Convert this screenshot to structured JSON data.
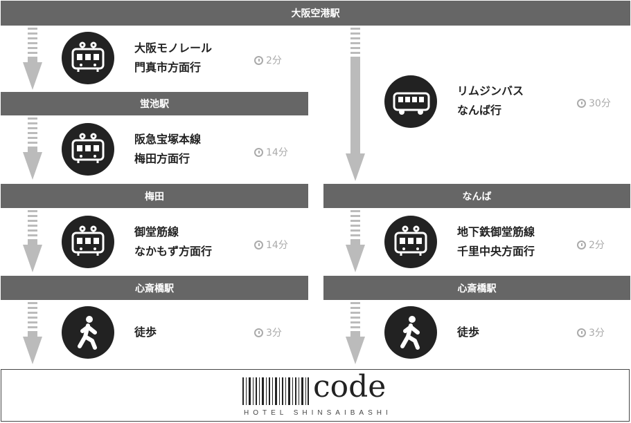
{
  "stations": {
    "top": "大阪空港駅",
    "hotaru": "蛍池駅",
    "umeda": "梅田",
    "namba": "なんば",
    "shinsai_left": "心斎橋駅",
    "shinsai_right": "心斎橋駅"
  },
  "legs": [
    {
      "icon": "train-icon",
      "line1": "大阪モノレール",
      "line2": "門真市方面行",
      "time": "2分"
    },
    {
      "icon": "bus-icon",
      "line1": "リムジンバス",
      "line2": "なんば行",
      "time": "30分"
    },
    {
      "icon": "train-icon",
      "line1": "阪急宝塚本線",
      "line2": "梅田方面行",
      "time": "14分"
    },
    {
      "icon": "train-icon",
      "line1": "御堂筋線",
      "line2": "なかもず方面行",
      "time": "14分"
    },
    {
      "icon": "train-icon",
      "line1": "地下鉄御堂筋線",
      "line2": "千里中央方面行",
      "time": "2分"
    },
    {
      "icon": "walk-icon",
      "line1": "徒歩",
      "line2": "",
      "time": "3分"
    },
    {
      "icon": "walk-icon",
      "line1": "徒歩",
      "line2": "",
      "time": "3分"
    }
  ],
  "logo": {
    "name": "code",
    "sub": "HOTEL SHINSAIBASHI"
  },
  "colors": {
    "bar": "#666666",
    "circle": "#222222",
    "arrow": "#bbbbbb",
    "time": "#aaaaaa"
  }
}
